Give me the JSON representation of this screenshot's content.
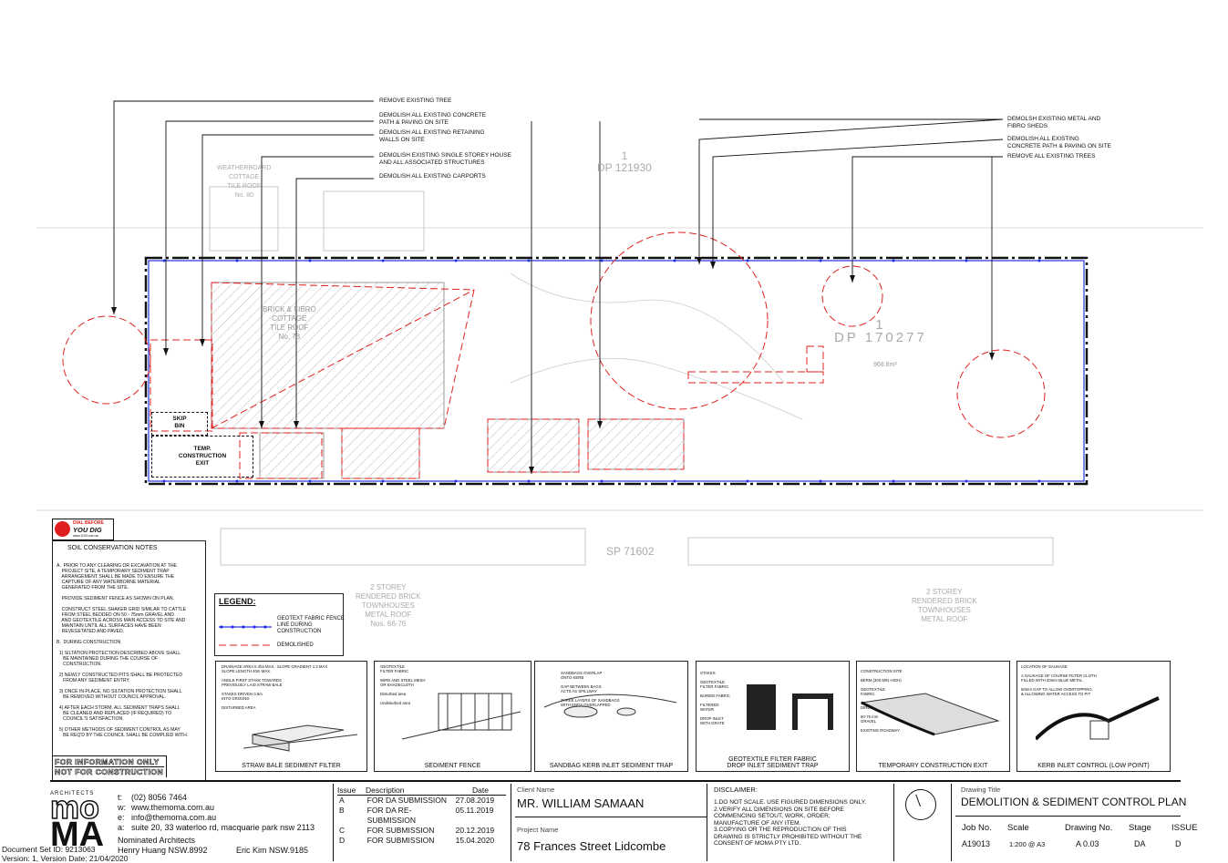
{
  "callouts_left": [
    "REMOVE EXISTING TREE",
    "DEMOLISH ALL EXISTING CONCRETE\nPATH & PAVING ON SITE",
    "DEMOLISH ALL EXISTING RETAINING\nWALLS ON SITE",
    "DEMOLISH EXISTING SINGLE STOREY HOUSE\nAND ALL ASSOCIATED STRUCTURES",
    "DEMOLISH ALL EXISTING CARPORTS"
  ],
  "callouts_right": [
    "DEMOLSH EXISTING METAL AND\nFIBRO SHEDS",
    "DEMOLISH ALL EXISTING\nCONCRETE PATH & PAVING ON SITE",
    "REMOVE ALL EXISTING TREES"
  ],
  "plan_labels": {
    "dp_top": "1\nDP 121930",
    "lot": "1\nDP 170277",
    "sp": "SP 71602",
    "cottage_top": "WEATHERBOARD\nCOTTAGE\nTILE ROOF\nNo. 80",
    "cottage_main": "BRICK & FIBRO\nCOTTAGE\nTILE ROOF\nNo. 78",
    "townhouses_left": "2 STOREY\nRENDERED BRICK\nTOWNHOUSES\nMETAL ROOF\nNos. 66-76",
    "townhouses_right": "2 STOREY\nRENDERED BRICK\nTOWNHOUSES\nMETAL ROOF",
    "skip_bin": "SKIP\nBIN",
    "temp_exit": "TEMP.\nCONSTRUCTION\nEXIT",
    "area": "968.8m²"
  },
  "dial_before": {
    "line1": "DIAL BEFORE",
    "line2": "YOU DIG",
    "line3": "www.1100.com.au"
  },
  "soil_notes": {
    "title": "SOIL CONSERVATION NOTES",
    "body": "A.  PRIOR TO ANY CLEARING OR EXCAVATION AT THE\n    PROJECT SITE, A TEMPORARY SEDIMENT TRAP\n    ARRANGEMENT SHALL BE MADE TO ENSURE THE\n    CAPTURE OF ANY WATERBORNE MATERIAL\n    GENERATED FROM THE SITE.\n\n    PROVIDE SEDIMENT FENCE AS SHOWN ON PLAN.\n\n    CONSTRUCT STEEL SHAKER GRID SIMILAR TO CATTLE\n    FROM STEEL BEDDED ON 50 - 75mm GRAVEL AND\n    AND GEOTEXTILE ACROSS MAIN ACCESS TO SITE AND\n    MAINTAIN UNTIL ALL SURFACES HAVE BEEN\n    REVEGETATED AND PAVED.\n\nB.  DURING CONSTRUCTION\n\n  1) SILTATION PROTECTION DESCRIBED ABOVE SHALL\n     BE MAINTAINED DURING THE COURSE OF\n     CONSTRUCTION.\n\n  2) NEWLY CONSTRUCTED PITS SHALL BE PROTECTED\n     FROM ANY SEDIMENT ENTRY.\n\n  3) ONCE IN PLACE, NO SILTATION PROTECTION SHALL\n     BE REMOVED WITHOUT COUNCIL APPROVAL.\n\n  4) AFTER EACH STORM, ALL SEDIMENT TRAPS SHALL\n     BE CLEANED AND REPLACED (IF REQUIRED) TO\n     COUNCIL'S SATISFACTION.\n\n  5) OTHER METHODS OF SEDIMENT CONTROL AS MAY\n     BE REQ'D BY THE COUNCIL SHALL BE COMPLIED WITH.",
    "stamp_line1": "FOR INFORMATION ONLY",
    "stamp_line2": "NOT FOR CONSTRUCTION"
  },
  "legend": {
    "title": "LEGEND:",
    "fence": "GEOTEXT FABRIC FENCE\nLINE DURING\nCONSTRUCTION",
    "demolished": "DEMOLISHED"
  },
  "details": [
    {
      "title": "STRAW BALE SEDIMENT FILTER",
      "notes": "DRAINAGE AREA 0.4ha MAX.  SLOPE GRADIENT 1:2 MAX\nSLOPE LENGTH 40m MAX.\n\nANGLE FIRST STAKE TOWARDS\nPREVIOUSLY LAID STRAW BALE\n\nSTAKES DRIVEN 0.6m\nINTO GROUND\n\nDISTURBED AREA"
    },
    {
      "title": "SEDIMENT FENCE",
      "notes": "GEOTEXTILE\nFILTER FABRIC\n\nWIRE AND STEEL MESH\nOR SHADECLOTH\n\nDisturbed area\n\nUndisturbed area"
    },
    {
      "title": "SANDBAG KERB INLET SEDIMENT TRAP",
      "notes": "SANDBAGS OVERLAP\nONTO KERB\n\nGAP BETWEEN BAGS\nACTS AS SPILLWAY\n\nTHREE LAYERS OF SANDBAGS\nWITH ENDS OVERLAPPED"
    },
    {
      "title": "GEOTEXTILE FILTER FABRIC\nDROP INLET SEDIMENT TRAP",
      "notes": "STAKES\n\nGEOTEXTILE\nFILTER FABRIC\n\nBURIED FABRIC\n\nFILTERED\nWATER\n\nDROP INLET\nWITH GRATE"
    },
    {
      "title": "TEMPORARY CONSTRUCTION EXIT",
      "notes": "CONSTRUCTION SITE\n\nBERM (300 MIN HIGH)\n\nGEOTEXTILE\nFABRIC\n\nRUN OFF FROM PAD\nDIRECTED TO SEDIMENT TRAP\n\n50-75 mm\nGRAVEL\n\nEXISTING ROADWAY"
    },
    {
      "title": "KERB INLET CONTROL (LOW POINT)",
      "notes": "LOCATION OF SAUSAGE\n\nA SAUSAGE OF COURSE FILTER CLOTH\nFILLED WITH 20mm BLUE METAL\n\n50mm GAP TO ALLOW OVERTOPPING\n& ALLOWING WATER ACCESS TO PIT"
    }
  ],
  "firm": {
    "architects": "ARCHITECTS",
    "logo_top": "mo",
    "logo_bottom": "MA",
    "tel_label": "t:",
    "tel": "(02) 8056 7464",
    "web_label": "w:",
    "web": "www.themoma.com.au",
    "email_label": "e:",
    "email": "info@themoma.com.au",
    "addr_label": "a:",
    "addr": "suite 20, 33 waterloo rd, macquarie park nsw 2113",
    "nominated": "Nominated Architects",
    "arch1": "Henry Huang  NSW.8992",
    "arch2": "Eric Kim  NSW.9185"
  },
  "doc_meta": {
    "line1": "Document Set ID: 9213063",
    "line2": "Version: 1, Version Date: 21/04/2020"
  },
  "issues": {
    "headers": [
      "Issue",
      "Description",
      "Date"
    ],
    "rows": [
      [
        "A",
        "FOR DA SUBMISSION",
        "27.08.2019"
      ],
      [
        "B",
        "FOR DA RE-SUBMISSION",
        "05.11.2019"
      ],
      [
        "C",
        "FOR SUBMISSION",
        "20.12.2019"
      ],
      [
        "D",
        "FOR SUBMISSION",
        "15.04.2020"
      ]
    ]
  },
  "client": {
    "label": "Client Name",
    "value": "MR. WILLIAM SAMAAN"
  },
  "project": {
    "label": "Project Name",
    "value": "78 Frances Street Lidcombe"
  },
  "disclaimer": {
    "title": "DISCLAIMER:",
    "body": "1.DO NOT SCALE. USE FIGURED DIMENSIONS ONLY.\n2.VERIFY ALL DIMENSIONS ON SITE BEFORE\nCOMMENCING SETOUT, WORK, ORDER,\nMANUFACTURE OF ANY ITEM.\n3.COPYING OR THE REPRODUCTION OF THIS\nDRAWING IS STRICTLY PROHIBITED WITHOUT THE\nCONSENT OF MOMA PTY LTD."
  },
  "drawing": {
    "title_label": "Drawing Title",
    "title": "DEMOLITION & SEDIMENT CONTROL PLAN",
    "job_label": "Job No.",
    "job": "A19013",
    "scale_label": "Scale",
    "scale": "1:200 @ A3",
    "no_label": "Drawing No.",
    "no": "A 0.03",
    "stage_label": "Stage",
    "stage": "DA",
    "issue_label": "ISSUE",
    "issue": "D"
  },
  "colors": {
    "fence": "#2233dd",
    "demolished": "#e02020",
    "boundary": "#111111"
  }
}
